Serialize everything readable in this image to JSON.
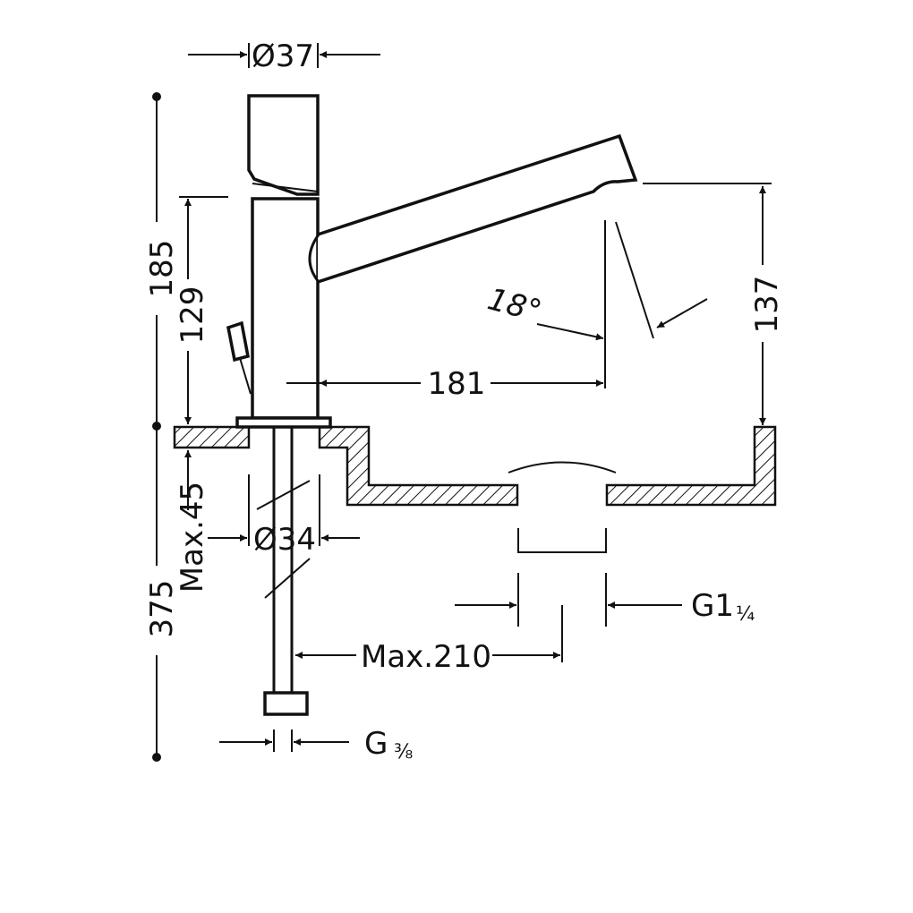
{
  "colors": {
    "line": "#111111",
    "background": "#ffffff"
  },
  "dimensions": {
    "body_diameter": "Ø37",
    "total_height": "185",
    "spout_height": "129",
    "spout_reach": "181",
    "spout_angle": "18°",
    "outlet_height": "137",
    "mounting_hole_diameter": "Ø34",
    "max_deck_thickness": "Max.45",
    "total_length": "375",
    "max_hose_length": "Max.210",
    "waste_thread_main": "G1",
    "waste_thread_fraction": "¼",
    "supply_thread_main": "G",
    "supply_thread_fraction": "⅜"
  }
}
